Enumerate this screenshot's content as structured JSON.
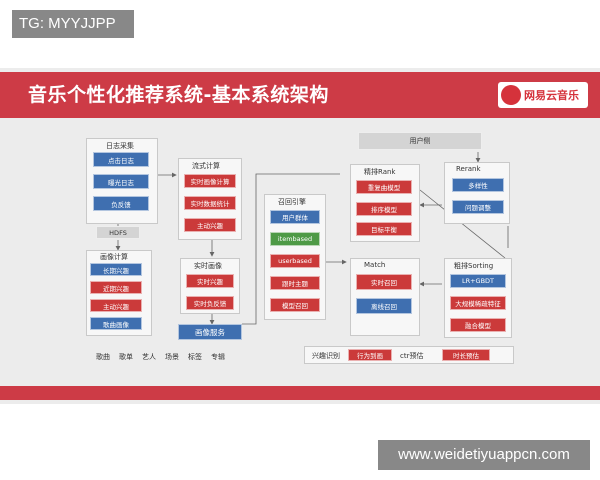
{
  "tag": "TG: MYYJJPP",
  "title": "音乐个性化推荐系统-基本系统架构",
  "logo_text": "网易云音乐",
  "watermark": "www.weidetiyuappcn.com",
  "log_collect": {
    "title": "日志采集",
    "items": [
      "点击日志",
      "曝光日志",
      "负反馈"
    ]
  },
  "hdfs": "HDFS",
  "profile": {
    "title": "画像计算",
    "items": [
      "长期兴趣",
      "近期兴趣",
      "主动兴趣",
      "歌曲画像"
    ]
  },
  "stream": {
    "title": "流式计算",
    "items": [
      "实时画像计算",
      "实时数据统计",
      "主动兴趣"
    ]
  },
  "realtime": {
    "title": "实时画像",
    "items": [
      "实时兴趣",
      "实时负反馈"
    ]
  },
  "profile_service": "画像服务",
  "bottom_tags": [
    "歌曲",
    "歌单",
    "艺人",
    "场景",
    "标签",
    "专辑"
  ],
  "recall": {
    "title": "召回引擎",
    "items": [
      "用户群体",
      "itembased",
      "userbased",
      "跟时主题",
      "模型召回"
    ]
  },
  "user_side": "用户侧",
  "rank": {
    "title": "精排Rank",
    "items": [
      "重复曲模型",
      "排序模型",
      "目标平衡"
    ]
  },
  "rerank": {
    "title": "Rerank",
    "items": [
      "多样性",
      "问题调整"
    ]
  },
  "match": {
    "title": "Match",
    "items": [
      "实时召回",
      "离线召回"
    ]
  },
  "sorting": {
    "title": "粗排Sorting",
    "items": [
      "LR+GBDT",
      "大规模稀疏特征",
      "融合模型"
    ]
  },
  "legend": {
    "label1": "兴趣识别",
    "box1": "行为到画",
    "label2": "ctr预估",
    "box2": "时长预估"
  },
  "colors": {
    "banner": "#cd3b46",
    "blue_box": "#3f6fb0",
    "red_box": "#cb3a3a",
    "green_box": "#4e9a46"
  }
}
